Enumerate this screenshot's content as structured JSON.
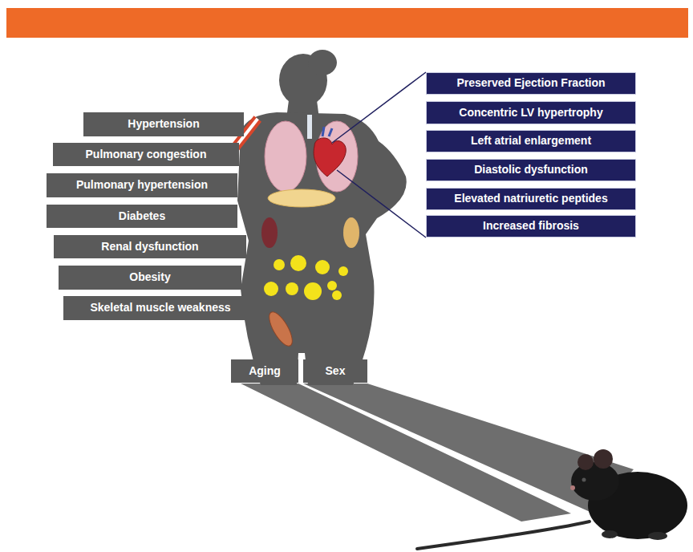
{
  "diagram": {
    "nodes": [
      {
        "text": [
          "Hypertension"
        ]
      },
      {
        "text": [
          "Pulmonary congestion"
        ]
      },
      {
        "text": [
          "Pulmonary hypertension"
        ]
      },
      {
        "text": [
          "Diabetes"
        ]
      },
      {
        "text": [
          "Renal dysfunction"
        ]
      },
      {
        "text": [
          "Obesity"
        ]
      },
      {
        "text": [
          "Skeletal muscle weakness"
        ]
      },
      {
        "text": [
          "Preserved Ejection Fraction"
        ]
      },
      {
        "text": [
          "Concentric LV hypertrophy"
        ]
      },
      {
        "text": [
          "Left atrial enlargement"
        ]
      },
      {
        "text": [
          "Diastolic dysfunction"
        ]
      },
      {
        "text": [
          "Elevated natriuretic peptides"
        ]
      },
      {
        "text": [
          "Increased fibrosis"
        ]
      },
      {
        "text": [
          "Aging"
        ]
      },
      {
        "text": [
          "Sex"
        ]
      }
    ]
  }
}
